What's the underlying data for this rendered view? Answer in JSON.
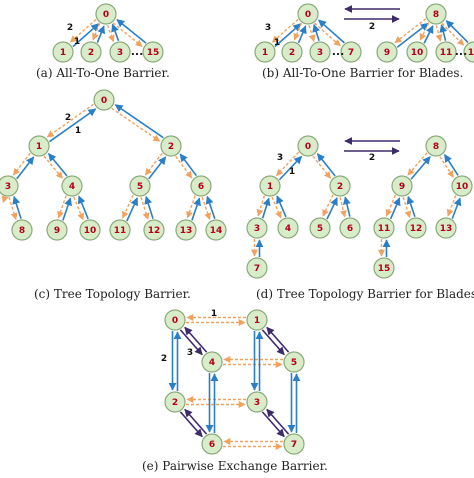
{
  "captions": {
    "a": "(a) All-To-One Barrier.",
    "b": "(b) All-To-One Barrier for Blades.",
    "c": "(c) Tree Topology Barrier.",
    "d": "(d) Tree Topology Barrier for Blades",
    "e": "(e) Pairwise Exchange Barrier."
  },
  "colors": {
    "node_fill": "#d9ecc9",
    "node_stroke": "#8aa97a",
    "node_text": "#b3001b",
    "arrow_blue": "#2b7fc6",
    "arrow_orange": "#f0a35e",
    "arrow_purple": "#3d2a6b"
  },
  "labels": {
    "n0": "0",
    "n1": "1",
    "n2": "2",
    "n3": "3",
    "n4": "4",
    "n5": "5",
    "n6": "6",
    "n7": "7",
    "n8": "8",
    "n9": "9",
    "n10": "10",
    "n11": "11",
    "n12": "12",
    "n13": "13",
    "n14": "14",
    "n15": "15",
    "e1": "1",
    "e2": "2",
    "e3": "3",
    "dots": "..."
  }
}
